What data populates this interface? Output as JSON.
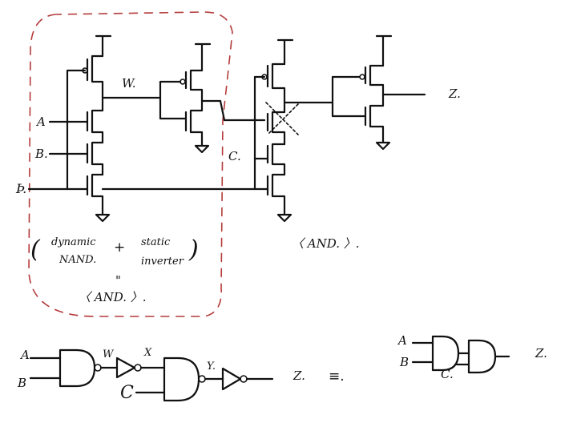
{
  "schematic": {
    "input_a": "A",
    "input_b": "B.",
    "clock": "Þ.",
    "node_w": "W.",
    "input_c": "C.",
    "output": "Z.",
    "note_dynamic": "dynamic",
    "note_nand": "NAND.",
    "note_plus": "+",
    "note_static": "static",
    "note_inverter": "inverter",
    "note_quote": "\"",
    "note_and_left": "〈 AND. 〉.",
    "note_and_right": "〈 AND. 〉.",
    "paren_open": "(",
    "paren_close": ")"
  },
  "gate_chain": {
    "input_a": "A",
    "input_b": "B",
    "input_c": "C",
    "node_w": "W",
    "node_x": "X",
    "node_y": "Y.",
    "output": "Z.",
    "equiv": "≡."
  },
  "equivalent": {
    "input_a": "A",
    "input_b": "B",
    "input_c": "C.",
    "output": "Z."
  },
  "colors": {
    "ink": "#111111",
    "dashed_box": "#b43a3a"
  }
}
